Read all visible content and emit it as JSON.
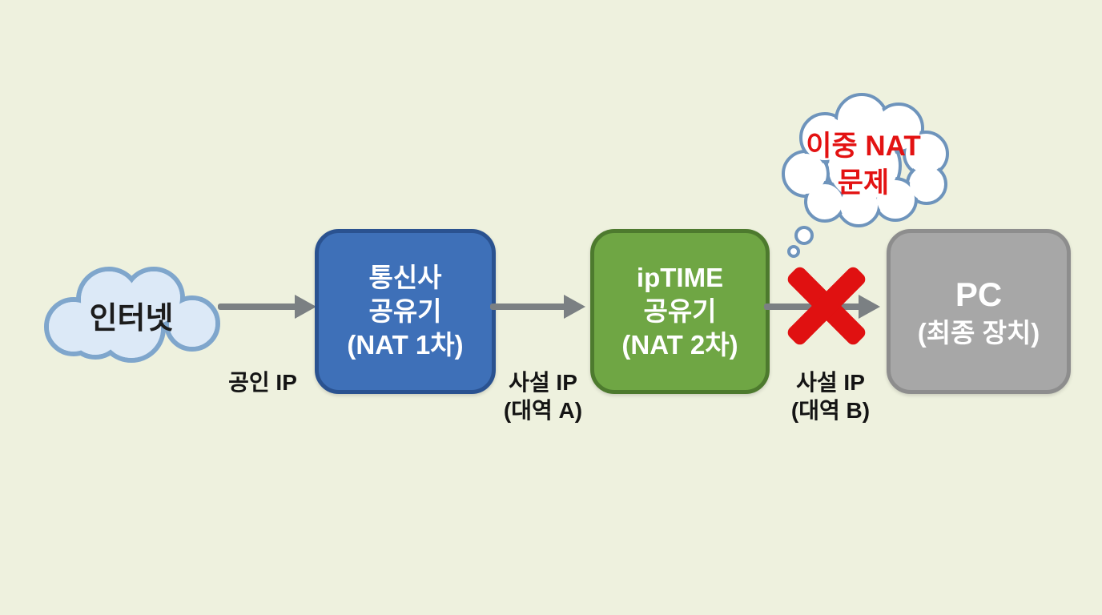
{
  "diagram": {
    "title": "double-nat-network-diagram",
    "background_color": "#eef1de",
    "nodes": {
      "internet": {
        "label": "인터넷",
        "fill": "#dce9f7",
        "border": "#7fa6cc"
      },
      "isp_router": {
        "line1": "통신사",
        "line2": "공유기",
        "line3": "(NAT 1차)",
        "fill": "#3e70b8",
        "border": "#2a5290"
      },
      "iptime_router": {
        "line1": "ipTIME",
        "line2": "공유기",
        "line3": "(NAT 2차)",
        "fill": "#6fa644",
        "border": "#4d7a2e"
      },
      "pc": {
        "line1": "PC",
        "line2": "(최종 장치)",
        "fill": "#a7a7a7",
        "border": "#8d8d8d"
      }
    },
    "edges": {
      "internet_to_isp": {
        "label": "공인 IP"
      },
      "isp_to_iptime": {
        "label_line1": "사설 IP",
        "label_line2": "(대역 A)"
      },
      "iptime_to_pc": {
        "label_line1": "사설 IP",
        "label_line2": "(대역 B)",
        "blocked": "true",
        "block_color": "#e01111"
      }
    },
    "callout": {
      "line1": "이중 NAT",
      "line2": "문제",
      "text_color": "#e31212",
      "bubble_fill": "#ffffff",
      "bubble_border": "#6e94bc"
    }
  }
}
